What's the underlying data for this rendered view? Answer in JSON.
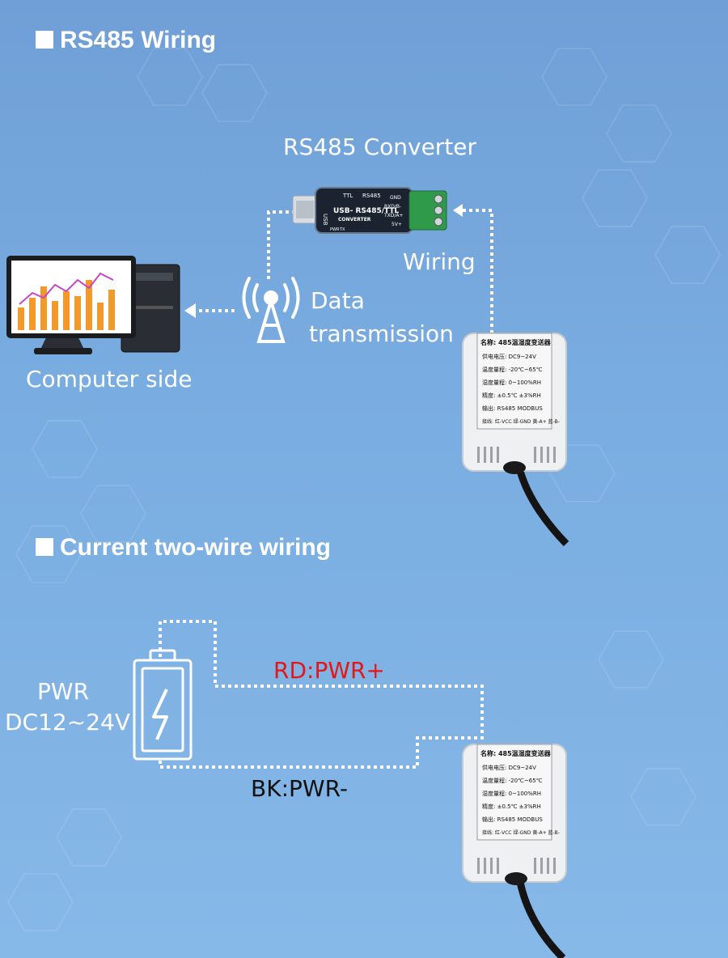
{
  "section1": {
    "title": "RS485 Wiring"
  },
  "section2": {
    "title": "Current two-wire wiring"
  },
  "labels": {
    "converter": "RS485 Converter",
    "wiring": "Wiring",
    "data_line1": "Data",
    "data_line2": "transmission",
    "computer": "Computer side",
    "pwr_line1": "PWR",
    "pwr_line2": "DC12~24V",
    "rd": "RD:PWR+",
    "bk": "BK:PWR-"
  },
  "converter_device": {
    "title": "USB- RS485/TTL",
    "sub": "CONVERTER",
    "ttl": "TTL",
    "rs485": "RS485",
    "usb": "USB",
    "pins": [
      "GND",
      "RXD/B-",
      "TXD/A+",
      "5V+"
    ],
    "leds": [
      "PWR",
      "TX"
    ]
  },
  "sensor": {
    "name": "名称: 485温湿度变送器",
    "lines": [
      "供电电压: DC9~24V",
      "温度量程: -20℃~65℃",
      "湿度量程: 0~100%RH",
      "精度: ±0.5℃ ±3%RH",
      "输出: RS485   MODBUS",
      "接线: 红-VCC 绿-GND 黄-A+ 蓝-B-"
    ]
  },
  "colors": {
    "accent_red": "#e51616",
    "label_dark": "#111111",
    "bg_top": "#6f9fd6",
    "bg_bottom": "#86b8e8"
  }
}
